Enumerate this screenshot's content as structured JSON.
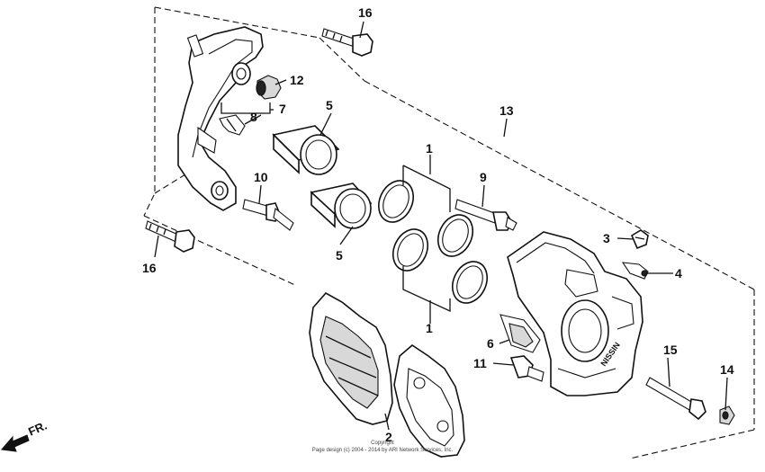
{
  "callouts": {
    "c16_top": "16",
    "c12": "12",
    "c7": "7",
    "c8": "8",
    "c5_top": "5",
    "c5_bottom": "5",
    "c13": "13",
    "c1_top": "1",
    "c1_bottom": "1",
    "c9": "9",
    "c10": "10",
    "c16_left": "16",
    "c3": "3",
    "c4": "4",
    "c6": "6",
    "c11": "11",
    "c15": "15",
    "c14": "14",
    "c2": "2"
  },
  "direction_label": "FR.",
  "copyright": {
    "line1": "Copyright",
    "line2": "Page design (c) 2004 - 2014 by ARI Network Services, Inc."
  }
}
